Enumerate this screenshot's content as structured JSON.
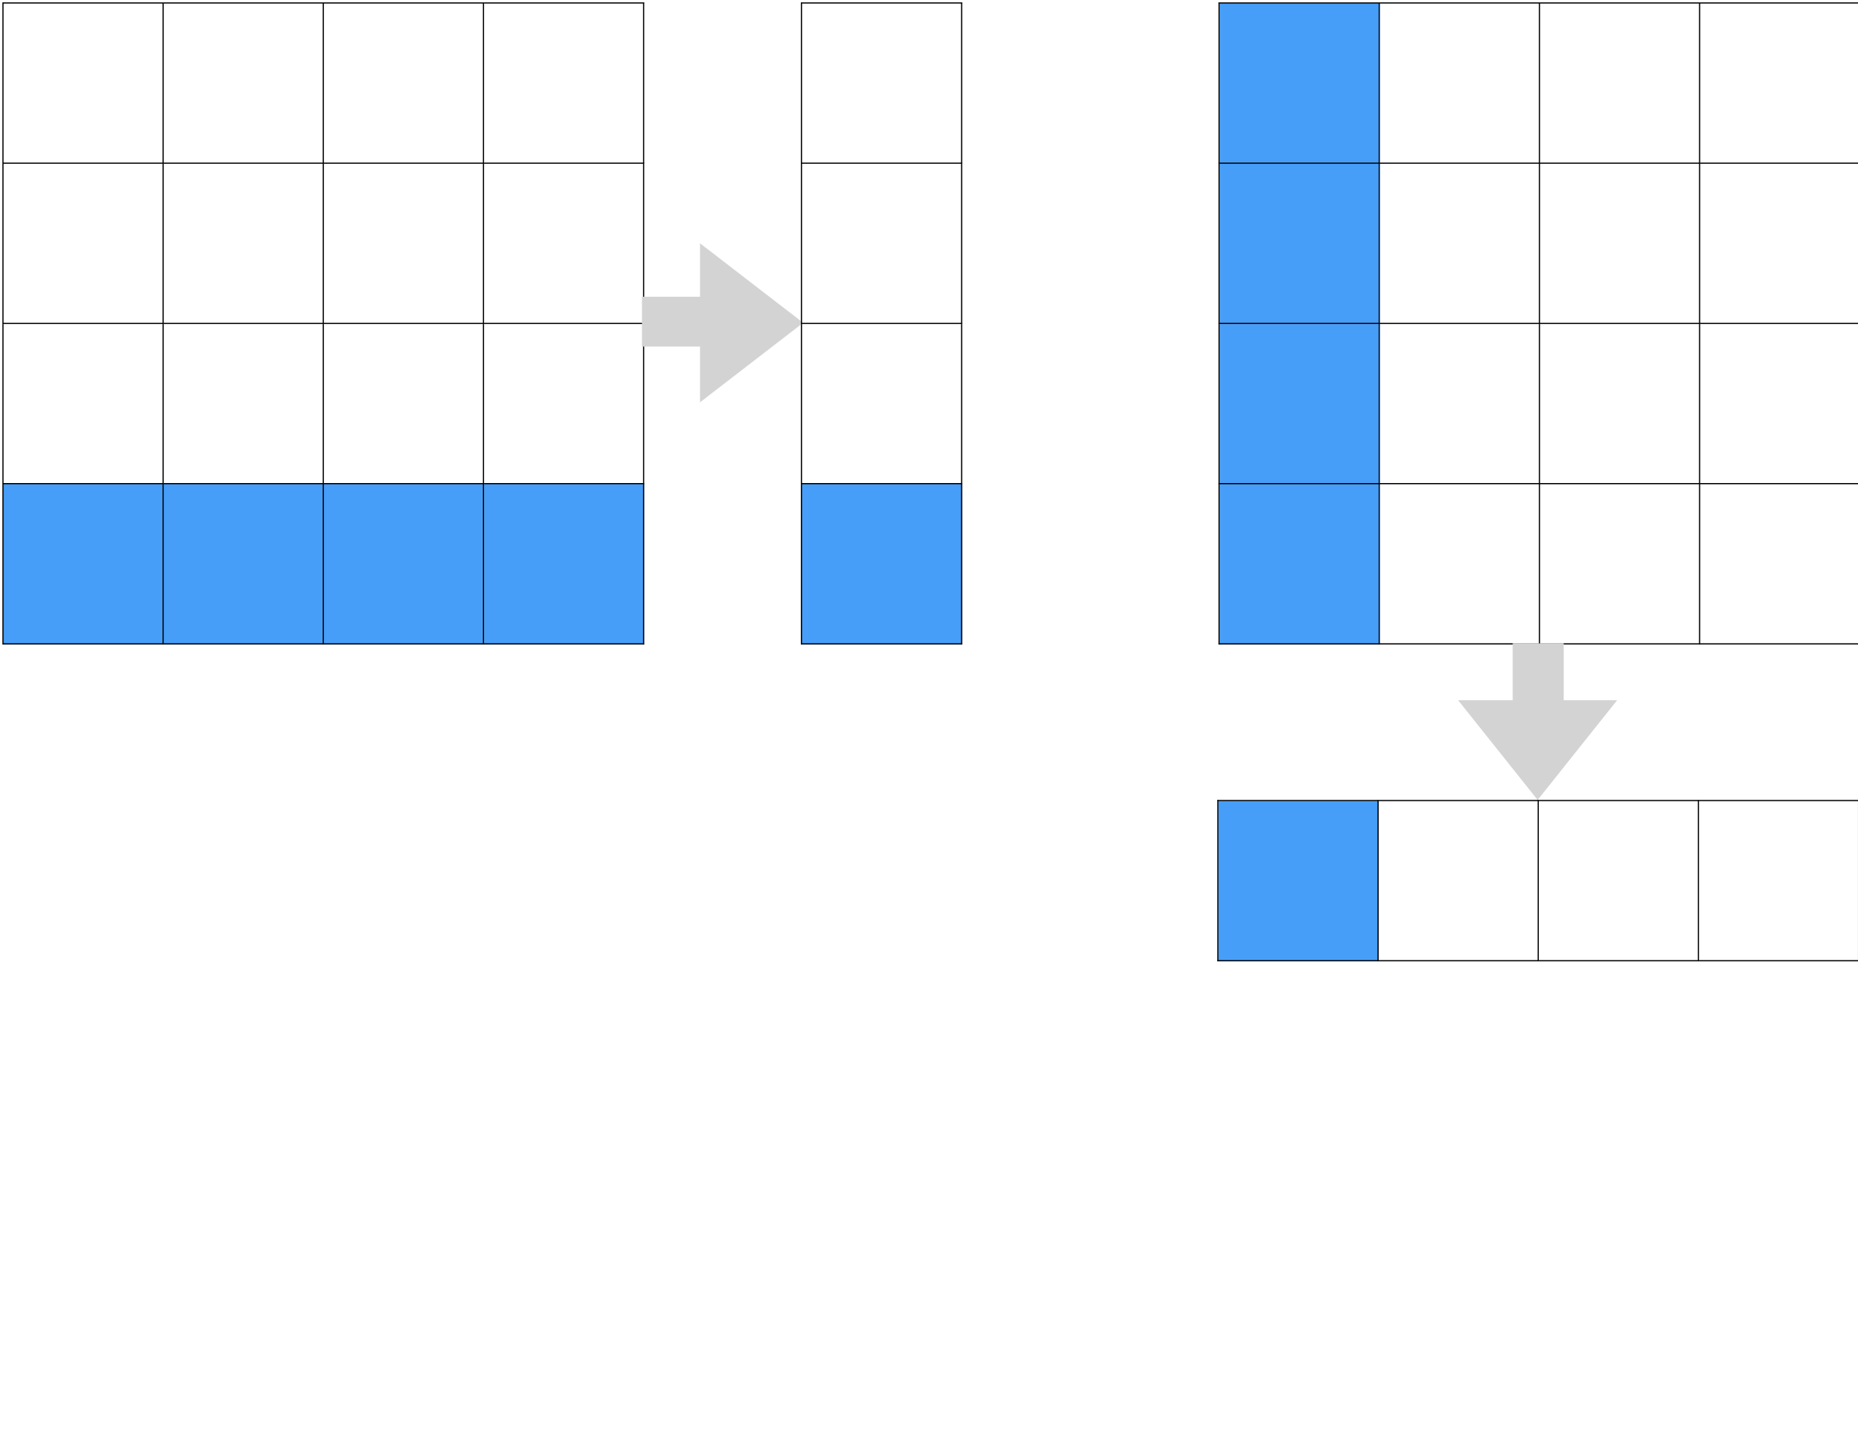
{
  "colors": {
    "filled": "#479ef8",
    "empty": "#ffffff",
    "border": "#000000",
    "arrow": "#d3d3d3"
  },
  "grids": {
    "grid_a": {
      "rows": 4,
      "cols": 4,
      "cells": [
        [
          0,
          0,
          0,
          0
        ],
        [
          0,
          0,
          0,
          0
        ],
        [
          0,
          0,
          0,
          0
        ],
        [
          1,
          1,
          1,
          1
        ]
      ]
    },
    "grid_b": {
      "rows": 4,
      "cols": 1,
      "cells": [
        [
          0
        ],
        [
          0
        ],
        [
          0
        ],
        [
          1
        ]
      ]
    },
    "grid_c": {
      "rows": 4,
      "cols": 4,
      "cells": [
        [
          1,
          0,
          0,
          0
        ],
        [
          1,
          0,
          0,
          0
        ],
        [
          1,
          0,
          0,
          0
        ],
        [
          1,
          0,
          0,
          0
        ]
      ]
    },
    "grid_d": {
      "rows": 1,
      "cols": 4,
      "cells": [
        [
          1,
          0,
          0,
          0
        ]
      ]
    }
  },
  "arrows": {
    "right": {
      "direction": "right",
      "icon": "arrow-right-icon"
    },
    "down": {
      "direction": "down",
      "icon": "arrow-down-icon"
    }
  }
}
